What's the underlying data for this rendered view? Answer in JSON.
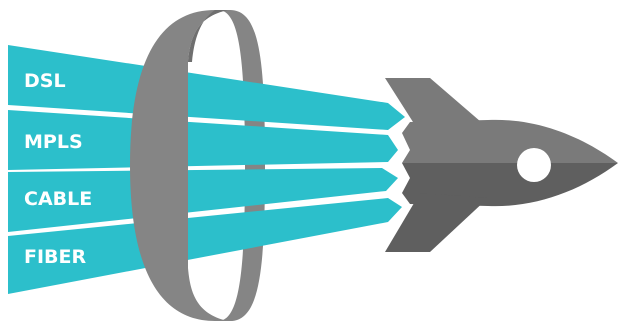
{
  "bands": [
    {
      "label": "DSL"
    },
    {
      "label": "MPLS"
    },
    {
      "label": "CABLE"
    },
    {
      "label": "FIBER"
    }
  ],
  "colors": {
    "band": "#2cbfcb",
    "ring": "#858585",
    "ring_dark": "#6f6f6f",
    "rocket": "#7a7a7a",
    "rocket_dark": "#5f5f5f",
    "window": "#ffffff",
    "background": "#ffffff"
  }
}
